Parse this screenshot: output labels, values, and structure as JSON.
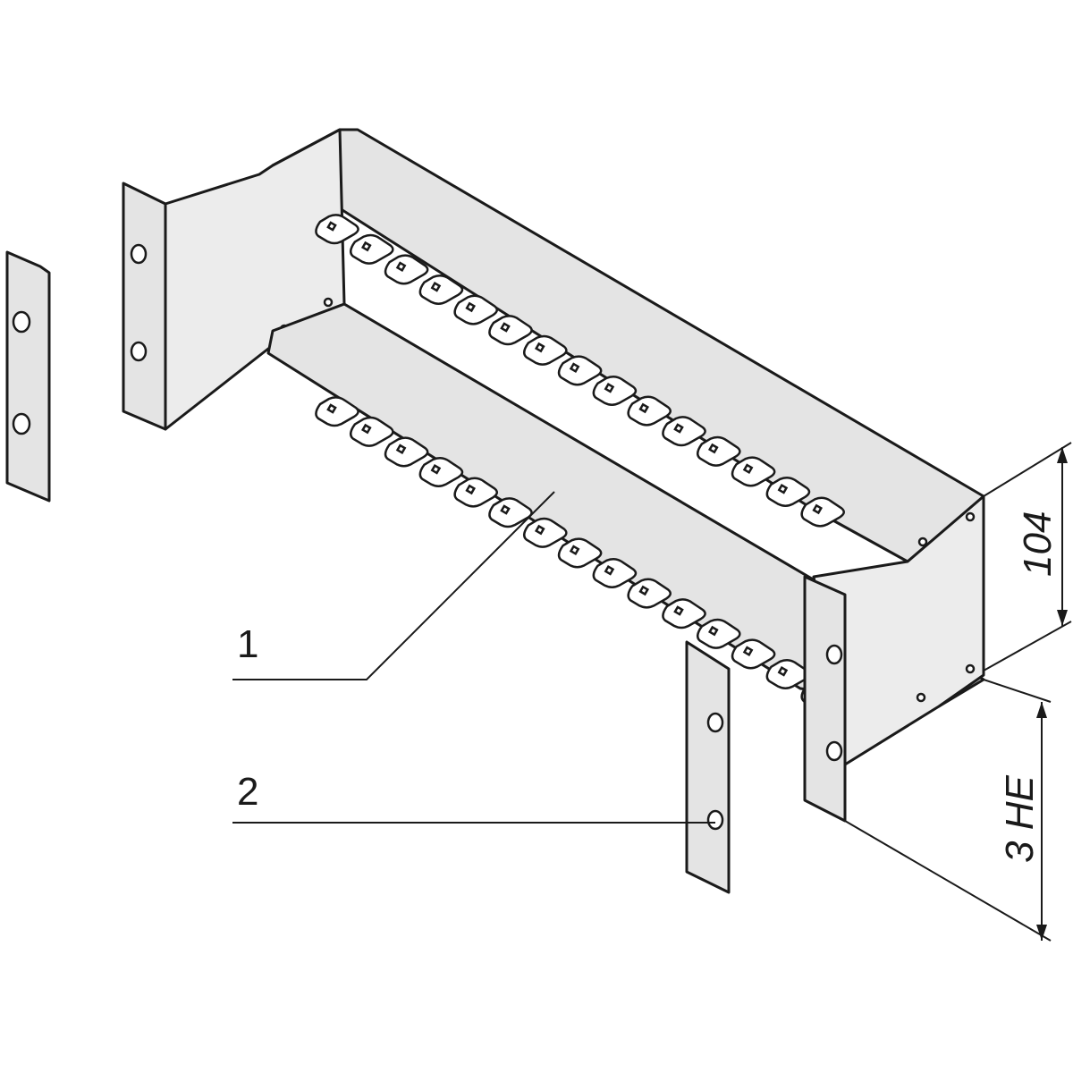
{
  "parts": [
    {
      "id": "1",
      "label": "1"
    },
    {
      "id": "2",
      "label": "2"
    }
  ],
  "dimensions": {
    "depth": "104",
    "height": "3 HE"
  },
  "colors": {
    "outline": "#1a1a1a",
    "face": "#e4e4e4",
    "background": "#ffffff"
  }
}
